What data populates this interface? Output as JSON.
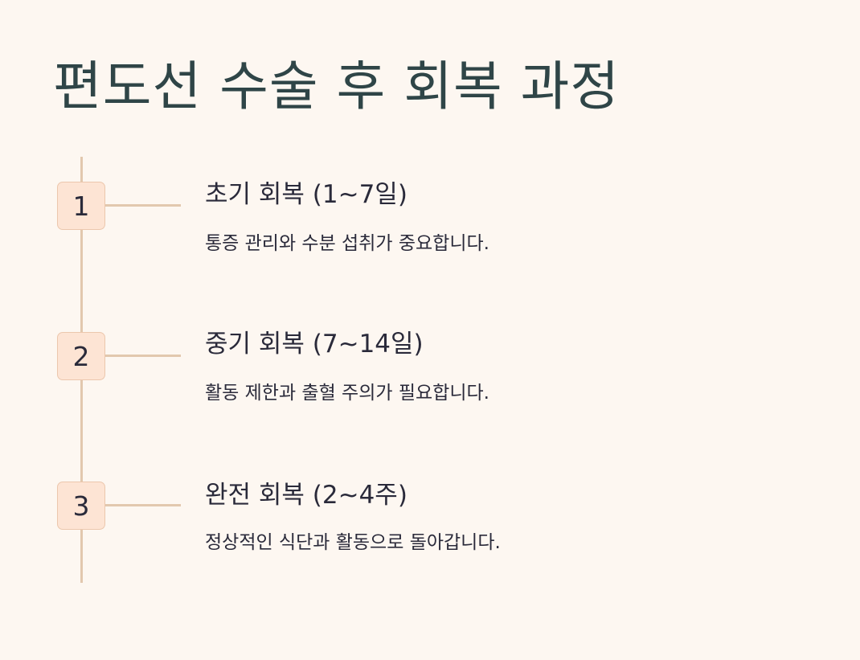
{
  "title": "편도선 수술 후 회복 과정",
  "colors": {
    "background": "#fdf7f1",
    "title_text": "#2f4547",
    "body_text": "#2a2a3a",
    "timeline_line": "#e2c8ae",
    "badge_fill": "#fde4d4",
    "badge_border": "#ecc7ad"
  },
  "steps": [
    {
      "number": "1",
      "title": "초기 회복 (1~7일)",
      "description": "통증 관리와 수분 섭취가 중요합니다."
    },
    {
      "number": "2",
      "title": "중기 회복 (7~14일)",
      "description": "활동 제한과 출혈 주의가 필요합니다."
    },
    {
      "number": "3",
      "title": "완전 회복 (2~4주)",
      "description": "정상적인 식단과 활동으로 돌아갑니다."
    }
  ]
}
